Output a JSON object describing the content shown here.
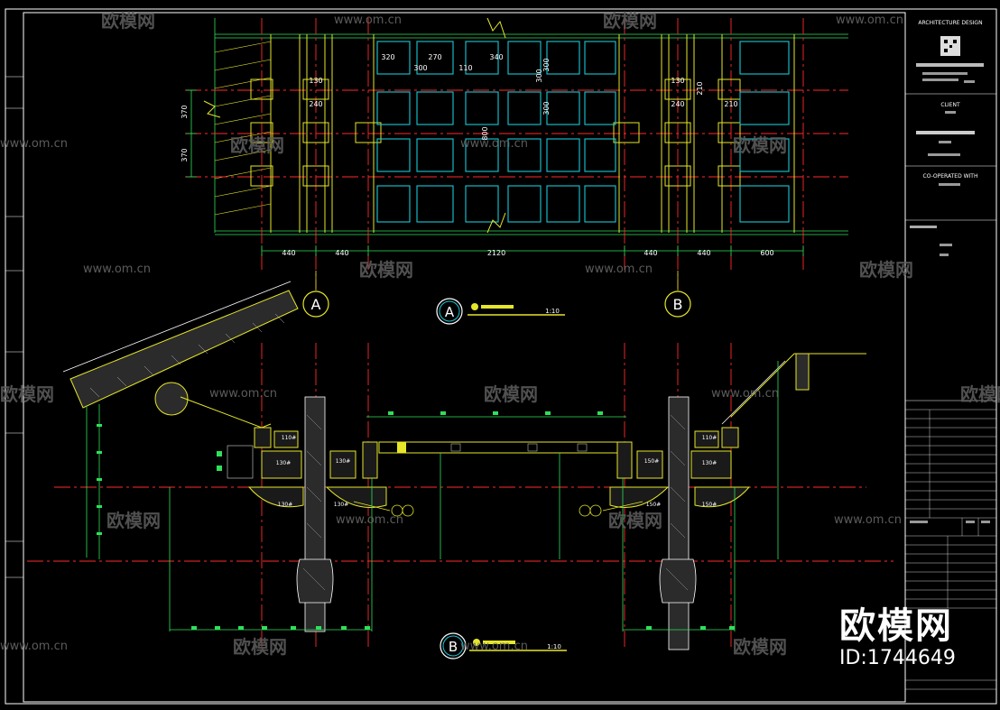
{
  "colors": {
    "background": "#000000",
    "frame": "#ffffff",
    "grid_axis": "#ff2a2a",
    "wall_yellow": "#e6e62a",
    "panel_cyan": "#18c8d8",
    "dim_green": "#2ee05a",
    "hatch": "#bdbdbd"
  },
  "watermark": {
    "url_text": "www.om.cn",
    "brand_cn": "欧模网"
  },
  "brand": {
    "name": "欧模网",
    "id_text": "ID:1744649"
  },
  "title_block": {
    "architecture_design": "ARCHITECTURE DESIGN",
    "client": "CLIENT",
    "cooperated_with": "CO-OPERATED WITH"
  },
  "plan": {
    "dims_bottom": [
      "440",
      "440",
      "2120",
      "440",
      "440",
      "600"
    ],
    "dims_left": [
      "370",
      "370"
    ],
    "dims_inner": [
      "320",
      "270",
      "340",
      "300",
      "300",
      "110",
      "300",
      "300",
      "130",
      "240",
      "130",
      "240",
      "210",
      "210",
      "800"
    ]
  },
  "axes": {
    "a": "A",
    "b": "B"
  },
  "section_marks": {
    "upper": {
      "letter": "A",
      "scale": "1:10"
    },
    "lower": {
      "letter": "B",
      "scale": "1:10"
    }
  },
  "section_tags": [
    "110#",
    "130#",
    "130#",
    "130#",
    "130#",
    "150#",
    "150#",
    "150#",
    "130#",
    "110#"
  ]
}
